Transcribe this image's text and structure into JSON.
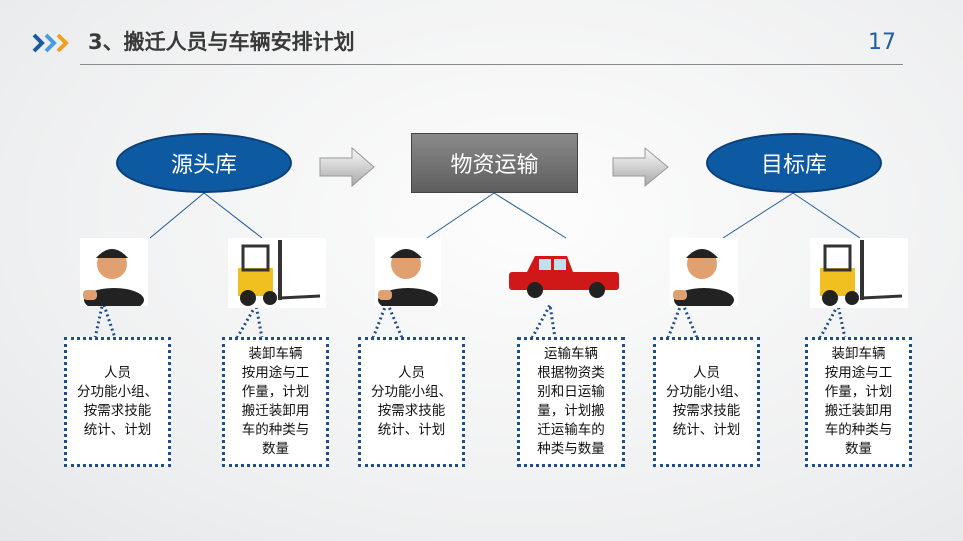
{
  "header": {
    "title": "3、搬迁人员与车辆安排计划",
    "page_number": "17"
  },
  "stages": {
    "source": "源头库",
    "transport": "物资运输",
    "target": "目标库"
  },
  "notes": [
    {
      "lines": [
        "人员",
        "分功能小组、",
        "按需求技能",
        "统计、计划"
      ]
    },
    {
      "lines": [
        "装卸车辆",
        "按用途与工",
        "作量，计划",
        "搬迁装卸用",
        "车的种类与",
        "数量"
      ]
    },
    {
      "lines": [
        "人员",
        "分功能小组、",
        "按需求技能",
        "统计、计划"
      ]
    },
    {
      "lines": [
        "运输车辆",
        "根据物资类",
        "别和日运输",
        "量，计划搬",
        "迁运输车的",
        "种类与数量"
      ]
    },
    {
      "lines": [
        "人员",
        "分功能小组、",
        "按需求技能",
        "统计、计划"
      ]
    },
    {
      "lines": [
        "装卸车辆",
        "按用途与工",
        "作量，计划",
        "搬迁装卸用",
        "车的种类与",
        "数量"
      ]
    }
  ],
  "colors": {
    "accent": "#0e5aa2",
    "dotted": "#1f4e8c"
  }
}
